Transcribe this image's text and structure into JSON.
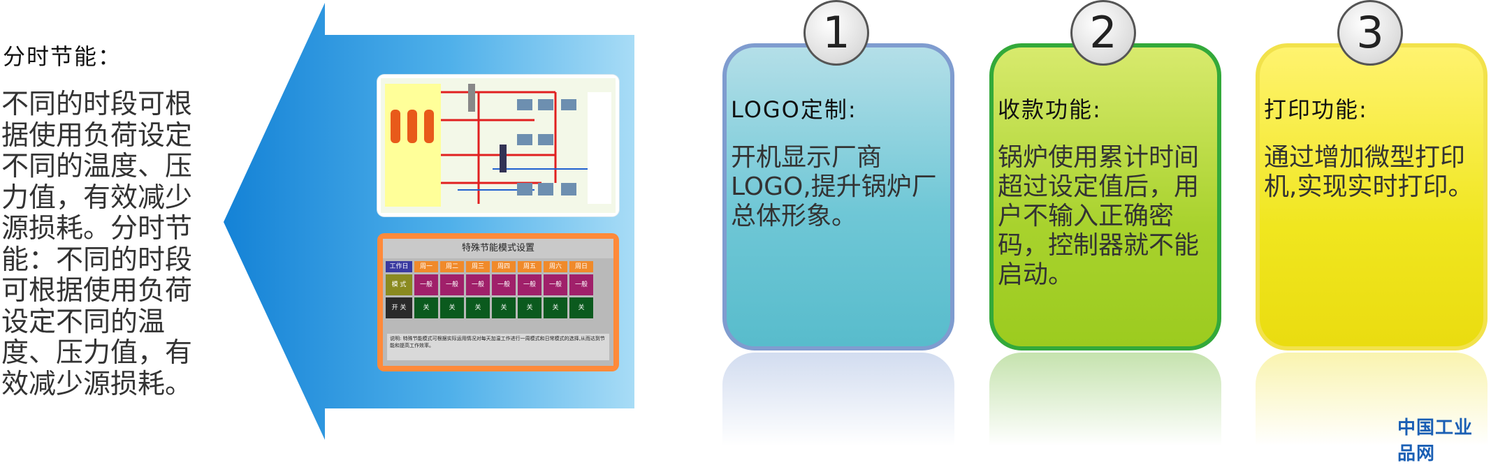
{
  "left_panel": {
    "title": "分时节能：",
    "body": "不同的时段可根据使用负荷设定不同的温度、压力值，有效减少源损耗。分时节能：不同的时段可根据使用负荷设定不同的温度、压力值，有效减少源损耗。"
  },
  "screenshot2": {
    "header": "特殊节能模式设置",
    "row_labels": [
      "工作日",
      "模 式",
      "开 关"
    ],
    "days": [
      "周一",
      "周二",
      "周三",
      "周四",
      "周五",
      "周六",
      "周日"
    ],
    "mode_cell": "一般",
    "switch_cell": "关",
    "note_label": "说明:",
    "note_text": "特殊节能模式可根据实际运用情况对每天加温工作进行一周模式和日常模式的选择,从而达到节能和提高工作效率。"
  },
  "cards": [
    {
      "number": "1",
      "title": "LOGO定制:",
      "body": "开机显示厂商LOGO,提升锅炉厂总体形象。",
      "color": "#6fc7d6",
      "border": "#7f9ccf"
    },
    {
      "number": "2",
      "title": "收款功能:",
      "body": "锅炉使用累计时间超过设定值后，用户不输入正确密码，控制器就不能启动。",
      "color": "#a8d22d",
      "border": "#33a93a"
    },
    {
      "number": "3",
      "title": "打印功能:",
      "body": "通过增加微型打印机,实现实时打印。",
      "color": "#f0e61f",
      "border": "#f2e24b"
    }
  ],
  "watermark": "中国工业品网"
}
